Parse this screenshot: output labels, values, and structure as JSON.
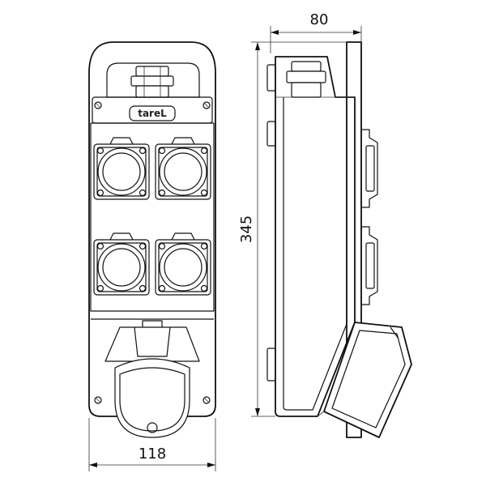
{
  "dimensions": {
    "width_label": "80",
    "height_label": "345",
    "bottom_width_label": "118"
  },
  "logo": {
    "brand": "tareL"
  }
}
